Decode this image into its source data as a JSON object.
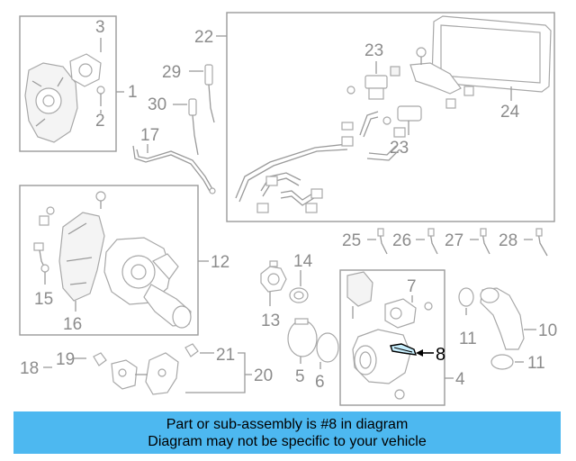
{
  "diagram": {
    "callouts": [
      "1",
      "2",
      "3",
      "4",
      "5",
      "6",
      "7",
      "8",
      "10",
      "11",
      "11",
      "12",
      "13",
      "14",
      "15",
      "16",
      "17",
      "18",
      "19",
      "20",
      "21",
      "22",
      "23",
      "23",
      "24",
      "25",
      "26",
      "27",
      "28",
      "29",
      "30"
    ],
    "highlighted_part": "8",
    "accent_color": "#000000",
    "part_color": "#a8a8a8"
  },
  "banner": {
    "line1": "Part or sub-assembly is #8 in diagram",
    "line2": "Diagram may not be specific to your vehicle",
    "background": "#4db8f0"
  }
}
